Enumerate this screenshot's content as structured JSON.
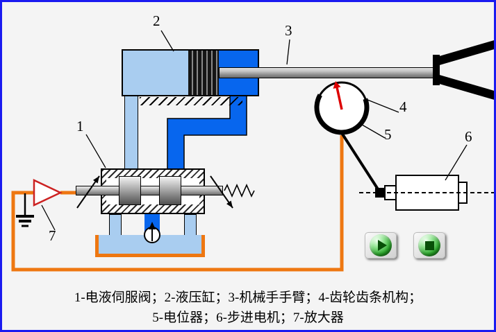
{
  "diagram": {
    "part_labels": {
      "servo_valve": "1",
      "cylinder": "2",
      "arm": "3",
      "gear_rack": "4",
      "potentiometer": "5",
      "stepper_motor": "6",
      "amplifier": "7"
    },
    "caption": {
      "line1": "1-电液伺服阀；2-液压缸；3-机械手手臂；4-齿轮齿条机构；",
      "line2": "5-电位器；6-步进电机；7-放大器"
    }
  },
  "controls": {
    "play_icon": "play-icon",
    "stop_icon": "stop-icon"
  },
  "colors": {
    "frame_blue": "#1a1af0",
    "fluid_light": "#a9cdf0",
    "fluid_pressure": "#0766ee",
    "wire_orange": "#ee7711",
    "needle_red": "#dd0000",
    "amplifier_red": "#cc2222",
    "button_green": "#2aa82a"
  }
}
